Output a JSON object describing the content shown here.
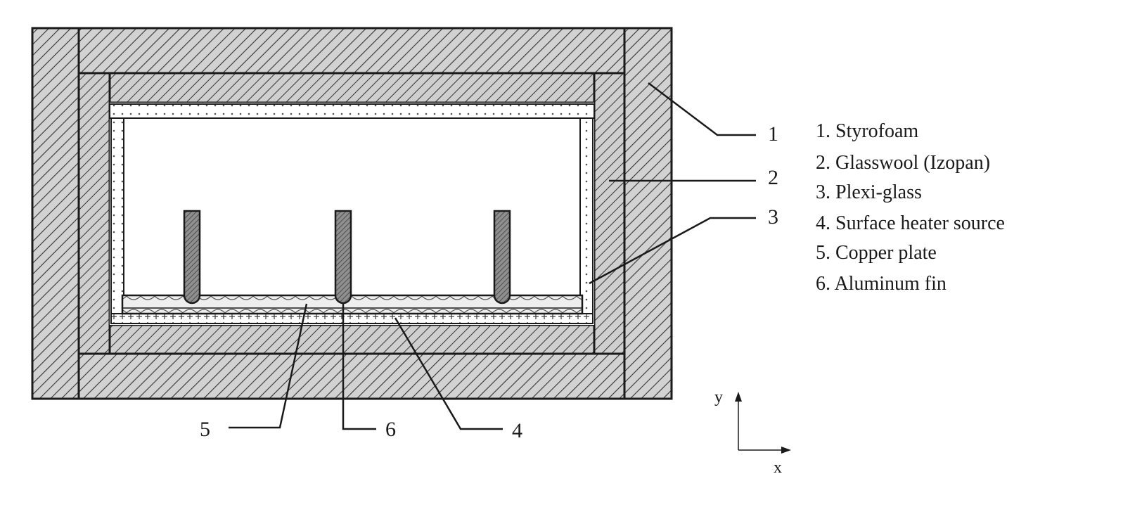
{
  "diagram": {
    "callouts": [
      "1",
      "2",
      "3",
      "4",
      "5",
      "6"
    ],
    "legend": [
      "1. Styrofoam",
      "2. Glasswool (Izopan)",
      "3. Plexi-glass",
      "4. Surface heater source",
      "5. Copper plate",
      "6. Aluminum fin"
    ],
    "axes": {
      "y_label": "y",
      "x_label": "x"
    },
    "colors": {
      "line": "#1a1a1a",
      "hatch_fill": "#d2d2d2",
      "fin_fill": "#8f8f8f",
      "background": "#ffffff"
    }
  }
}
